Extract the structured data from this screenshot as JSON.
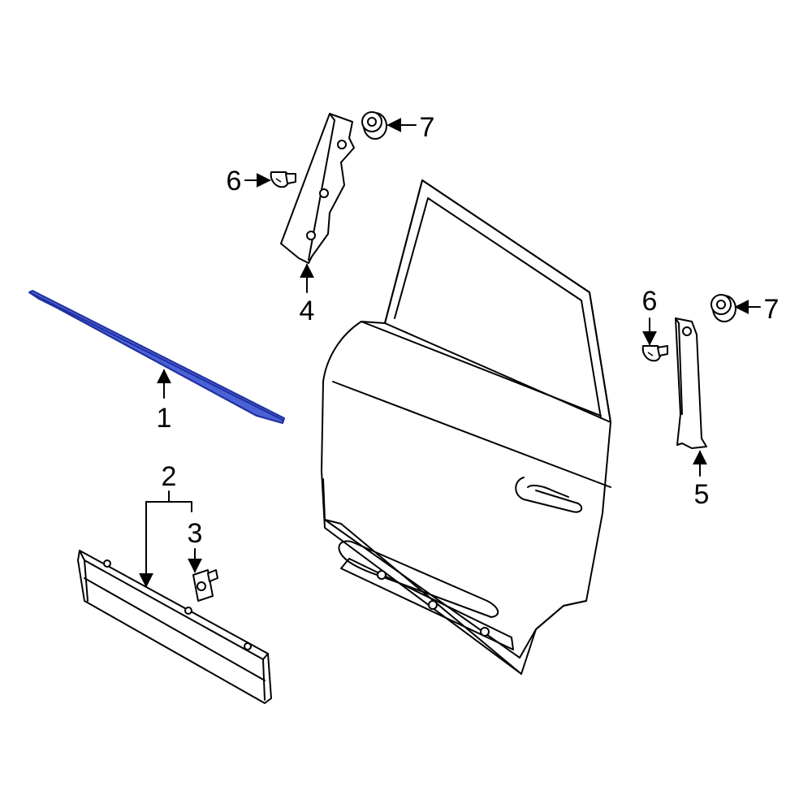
{
  "colors": {
    "line": "#000000",
    "background": "#ffffff",
    "highlight": "#1f2f9e",
    "highlight_fill": "#4a62d8"
  },
  "callouts": [
    {
      "id": "c1",
      "text": "1"
    },
    {
      "id": "c2",
      "text": "2"
    },
    {
      "id": "c3",
      "text": "3"
    },
    {
      "id": "c4",
      "text": "4"
    },
    {
      "id": "c5",
      "text": "5"
    },
    {
      "id": "c6a",
      "text": "6"
    },
    {
      "id": "c6b",
      "text": "6"
    },
    {
      "id": "c7a",
      "text": "7"
    },
    {
      "id": "c7b",
      "text": "7"
    }
  ]
}
